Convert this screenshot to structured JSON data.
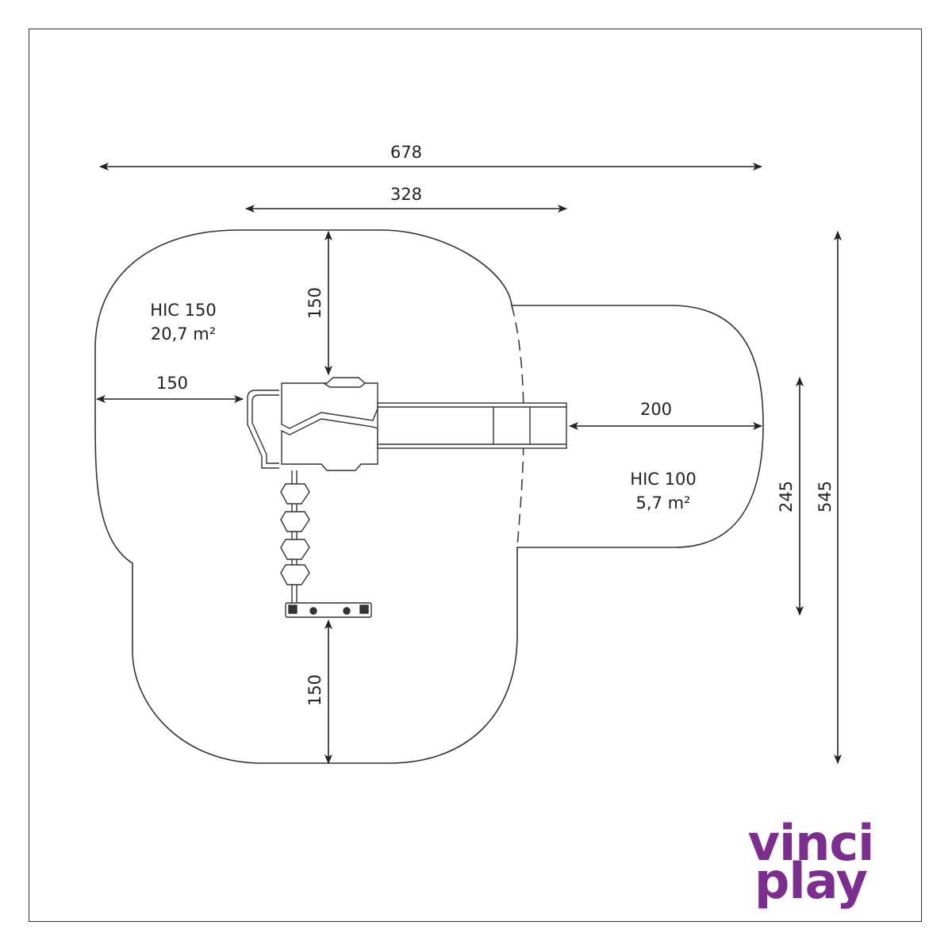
{
  "dimensions": {
    "overall_width": "678",
    "inner_width": "328",
    "top_clearance": "150",
    "left_clearance": "150",
    "slide_clearance": "200",
    "bottom_clearance": "150",
    "slide_zone_height": "245",
    "overall_height": "545"
  },
  "zones": {
    "main": {
      "label": "HIC 150",
      "area": "20,7 m²"
    },
    "slide": {
      "label": "HIC 100",
      "area": "5,7 m²"
    }
  },
  "logo": {
    "line1": "vinci",
    "line2": "play",
    "color": "#7b2e8e"
  },
  "colors": {
    "line": "#333333",
    "arrow": "#222222"
  }
}
